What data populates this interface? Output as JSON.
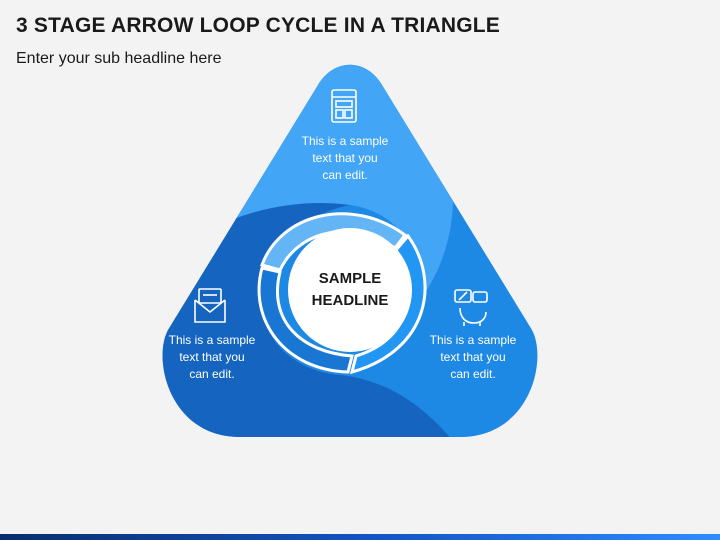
{
  "header": {
    "title": "3 STAGE ARROW LOOP CYCLE IN A TRIANGLE",
    "subtitle": "Enter your sub headline here"
  },
  "center": {
    "headline_line1": "SAMPLE",
    "headline_line2": "HEADLINE"
  },
  "stages": [
    {
      "position": "top",
      "icon": "web-layout-icon",
      "text_line1": "This is a sample",
      "text_line2": "text that you",
      "text_line3": "can edit.",
      "color": "#42a5f5"
    },
    {
      "position": "left",
      "icon": "news-envelope-icon",
      "text_line1": "This is a sample",
      "text_line2": "text that you",
      "text_line3": "can edit.",
      "color": "#1565c0"
    },
    {
      "position": "right",
      "icon": "chat-percentage-icon",
      "text_line1": "This is a sample",
      "text_line2": "text that you",
      "text_line3": "can edit.",
      "color": "#1e88e5"
    }
  ]
}
